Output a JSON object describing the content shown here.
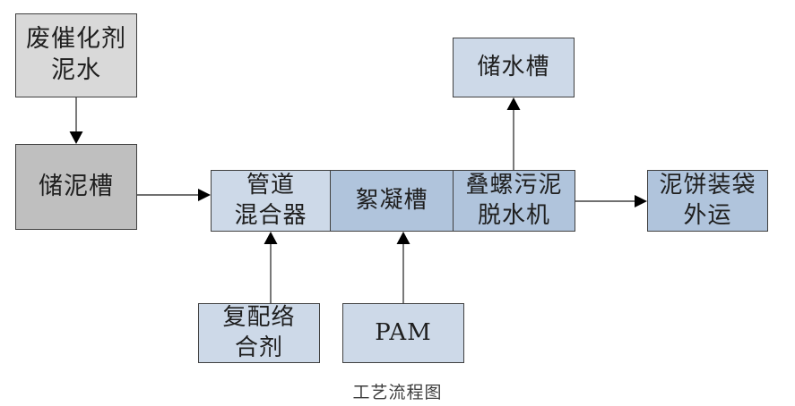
{
  "page": {
    "background": "#ffffff",
    "caption": "工艺流程图"
  },
  "diagram": {
    "type": "flowchart",
    "nodes": {
      "waste_catalyst_slurry": {
        "label": "废催化剂\n泥水",
        "fill": "#d9d9d9"
      },
      "sludge_storage_tank": {
        "label": "储泥槽",
        "fill": "#bfbfbf"
      },
      "pipe_mixer": {
        "label": "管道\n混合器",
        "fill": "#cdd9e8"
      },
      "flocculation_tank": {
        "label": "絮凝槽",
        "fill": "#b0c4dc"
      },
      "screw_sludge_dewaterer": {
        "label": "叠螺污泥\n脱水机",
        "fill": "#b0c4dc"
      },
      "water_storage_tank": {
        "label": "储水槽",
        "fill": "#cdd9e8"
      },
      "cake_bagging_transport": {
        "label": "泥饼装袋\n外运",
        "fill": "#b0c4dc"
      },
      "compound_complexing_agent": {
        "label": "复配络\n合剂",
        "fill": "#cdd9e8"
      },
      "pam": {
        "label": "PAM",
        "fill": "#cdd9e8"
      }
    },
    "edges": [
      {
        "from": "waste_catalyst_slurry",
        "to": "sludge_storage_tank",
        "direction": "down"
      },
      {
        "from": "sludge_storage_tank",
        "to": "pipe_mixer",
        "direction": "right"
      },
      {
        "from": "compound_complexing_agent",
        "to": "pipe_mixer",
        "direction": "up"
      },
      {
        "from": "pam",
        "to": "flocculation_tank",
        "direction": "up"
      },
      {
        "from": "screw_sludge_dewaterer",
        "to": "water_storage_tank",
        "direction": "up"
      },
      {
        "from": "screw_sludge_dewaterer",
        "to": "cake_bagging_transport",
        "direction": "right"
      }
    ],
    "line_color": "#404040",
    "border_color": "#404040",
    "text_color": "#1f1f1f"
  }
}
